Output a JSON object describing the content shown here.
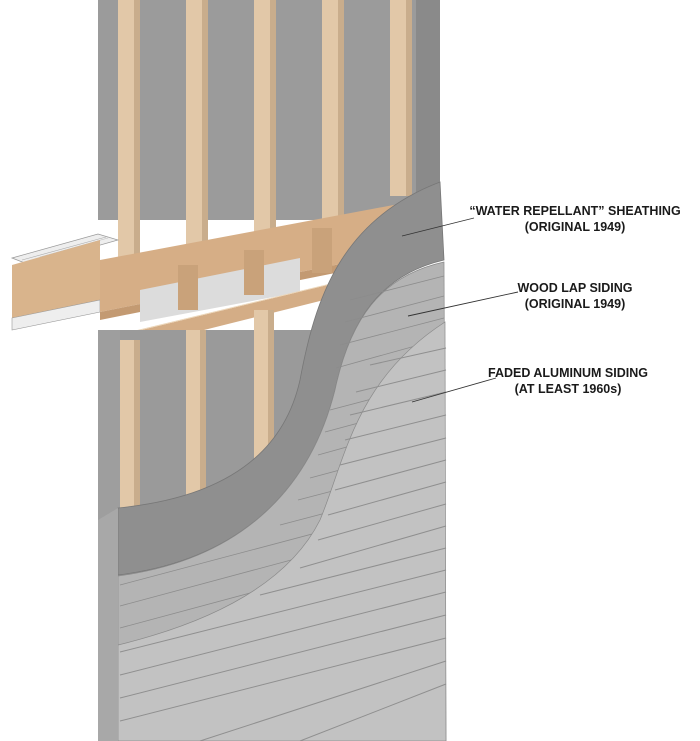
{
  "diagram": {
    "callouts": [
      {
        "line1": "“WATER REPELLANT” SHEATHING",
        "line2": "(ORIGINAL 1949)"
      },
      {
        "line1": "WOOD LAP SIDING",
        "line2": "(ORIGINAL 1949)"
      },
      {
        "line1": "FADED ALUMINUM SIDING",
        "line2": "(AT LEAST 1960s)"
      }
    ],
    "colors": {
      "sheathing": "#9a9a9a",
      "stud_wood": "#e2c8a8",
      "joist_wood": "#d6ae86",
      "wood_siding": "#b7b7b7",
      "aluminum_siding": "#c4c4c4",
      "leader_line": "#333333"
    }
  }
}
